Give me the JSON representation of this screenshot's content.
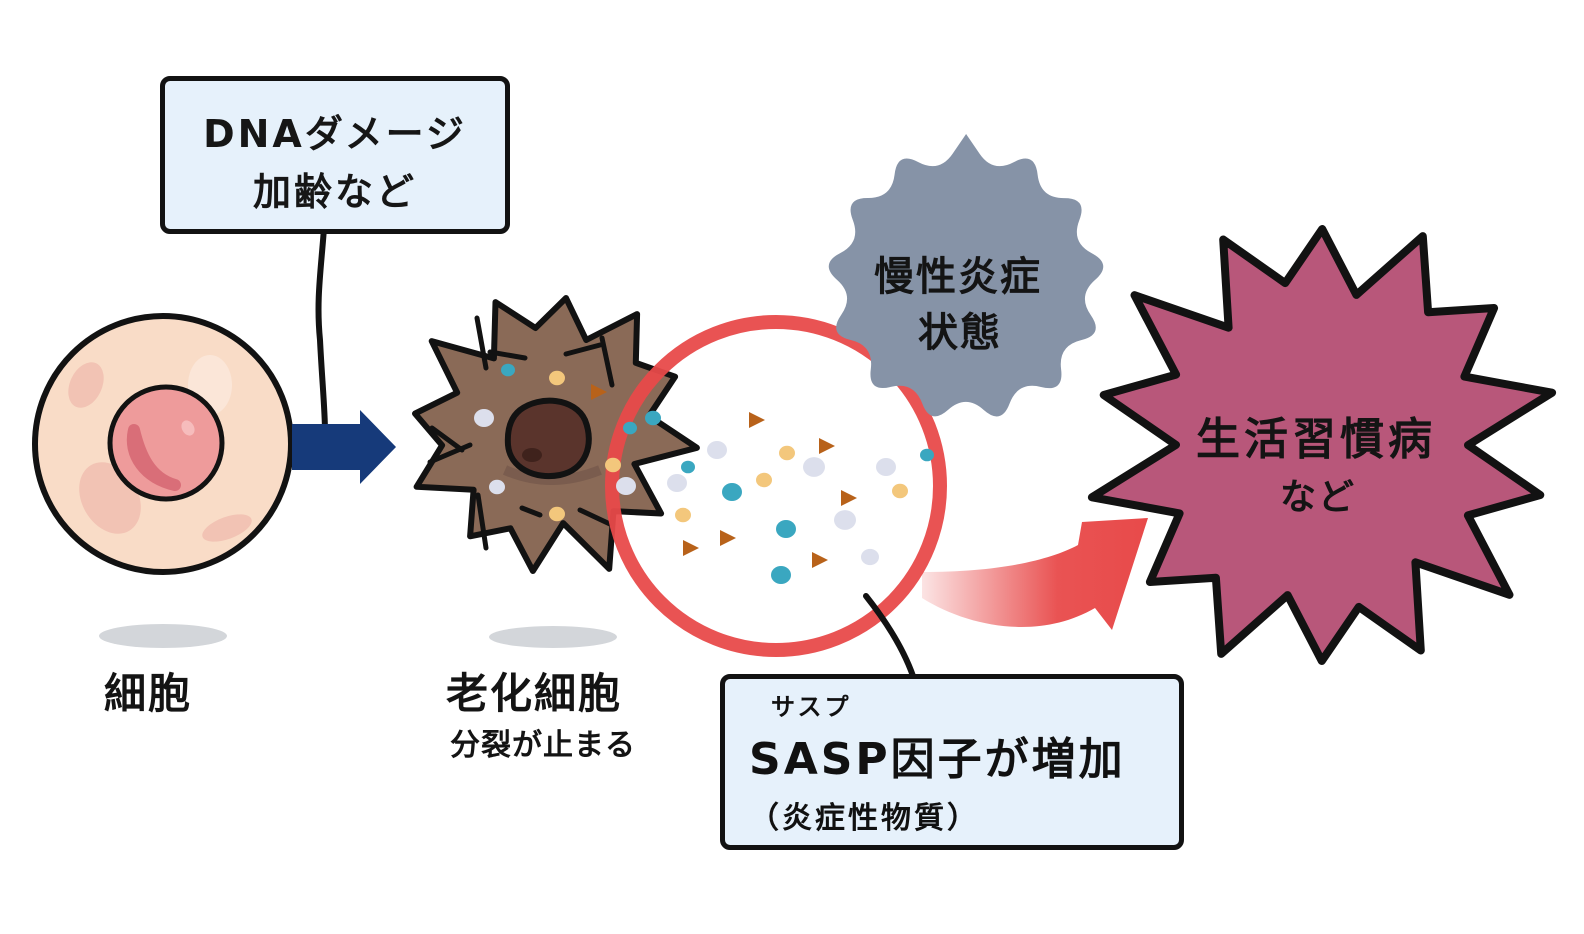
{
  "diagram": {
    "title": "",
    "colors": {
      "background": "#ffffff",
      "outline": "#121212",
      "normal_cell_cytoplasm": "#f9dcc7",
      "normal_cell_spots": "#f2c3b4",
      "nucleus": "#ee9b9b",
      "nucleus_shade": "#d96e78",
      "arrow_blue": "#163a7a",
      "senescent_cell": "#8a6a57",
      "senescent_nucleus": "#5a342c",
      "sasp_circle": "#e84a4a",
      "particle_teal": "#3aa7c0",
      "particle_yellow": "#f3c77c",
      "particle_lavender": "#dcdfec",
      "particle_orange": "#b8621a",
      "inflammation_burst": "#8693a7",
      "disease_burst": "#b8577a",
      "curved_arrow": "#e84a4a",
      "callout_box": "#e6f1fb",
      "shadow": "#d3d6da"
    },
    "cause_box": {
      "line1": "DNAダメージ",
      "line2": "加齢など"
    },
    "normal_cell": {
      "label": "細胞"
    },
    "senescent_cell": {
      "label": "老化細胞",
      "sublabel": "分裂が止まる"
    },
    "inflammation": {
      "line1": "慢性炎症",
      "line2": "状態"
    },
    "disease": {
      "line1": "生活習慣病",
      "line2": "など"
    },
    "sasp_box": {
      "ruby": "サスプ",
      "line1": "SASP因子が増加",
      "line2": "（炎症性物質）"
    }
  }
}
